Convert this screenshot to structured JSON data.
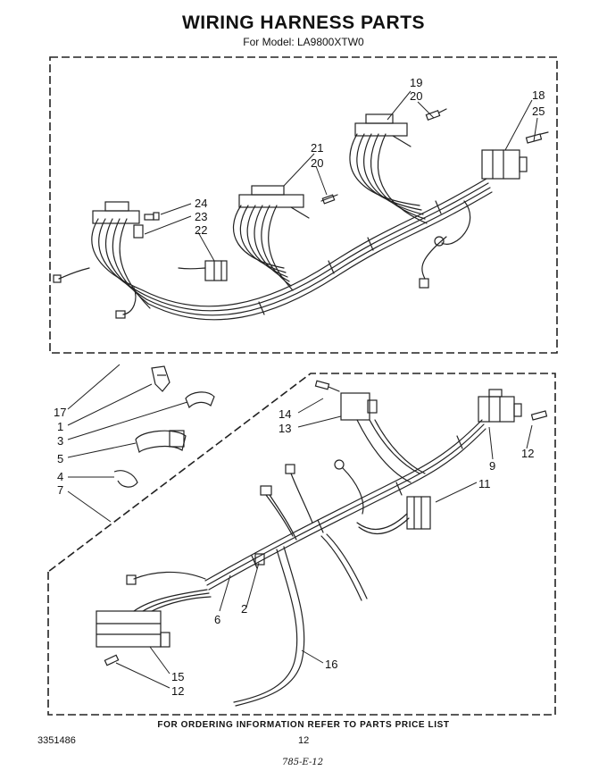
{
  "header": {
    "title": "WIRING HARNESS PARTS",
    "subtitle": "For Model: LA9800XTW0"
  },
  "callouts": {
    "upper": [
      "19",
      "20",
      "18",
      "25",
      "21",
      "20",
      "24",
      "23",
      "22"
    ],
    "lower": [
      "17",
      "1",
      "3",
      "5",
      "4",
      "7",
      "14",
      "13",
      "9",
      "12",
      "11",
      "6",
      "2",
      "16",
      "15",
      "12"
    ]
  },
  "footer": {
    "ordering_note": "FOR ORDERING INFORMATION REFER TO PARTS PRICE LIST",
    "doc_number": "3351486",
    "page_number": "12",
    "handwritten_note": "785-E-12"
  }
}
